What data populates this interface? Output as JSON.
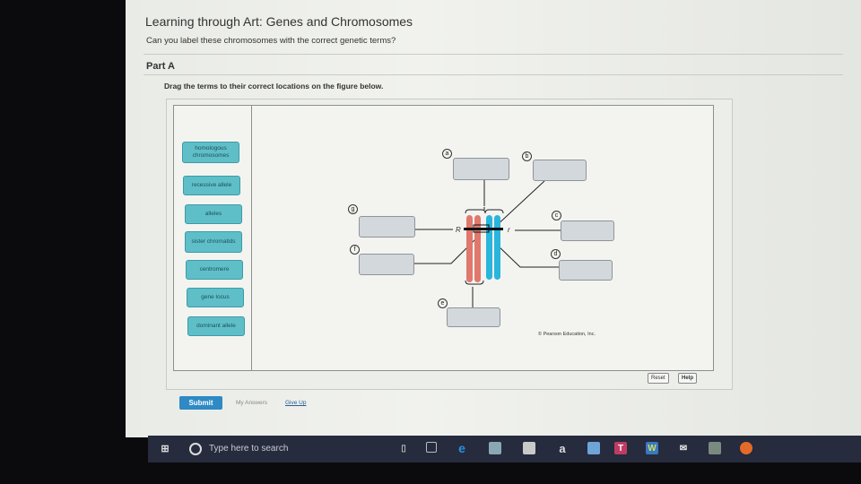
{
  "header": {
    "title": "Learning through Art: Genes and Chromosomes",
    "subtitle": "Can you label these chromosomes with the correct genetic terms?"
  },
  "part": {
    "label": "Part A",
    "instruction": "Drag the terms to their correct locations on the figure below."
  },
  "terms": [
    "homologous chromosomes",
    "recessive allele",
    "alleles",
    "sister chromatids",
    "centromere",
    "gene locus",
    "dominant allele"
  ],
  "figure": {
    "labels": [
      "a",
      "b",
      "c",
      "d",
      "e",
      "f",
      "g"
    ],
    "allele_dominant": "R",
    "allele_recessive": "r",
    "copyright": "© Pearson Education, Inc."
  },
  "buttons": {
    "reset": "Reset",
    "help": "Help",
    "submit": "Submit",
    "my_answers": "My Answers",
    "give_up": "Give Up"
  },
  "taskbar": {
    "search_placeholder": "Type here to search",
    "amazon": "a",
    "t_app": "T",
    "w_app": "W"
  },
  "colors": {
    "term": "#5fbfc9",
    "submit": "#2d8ac4",
    "red_chromosome": "#e0786c",
    "blue_chromosome": "#29b5dc"
  }
}
